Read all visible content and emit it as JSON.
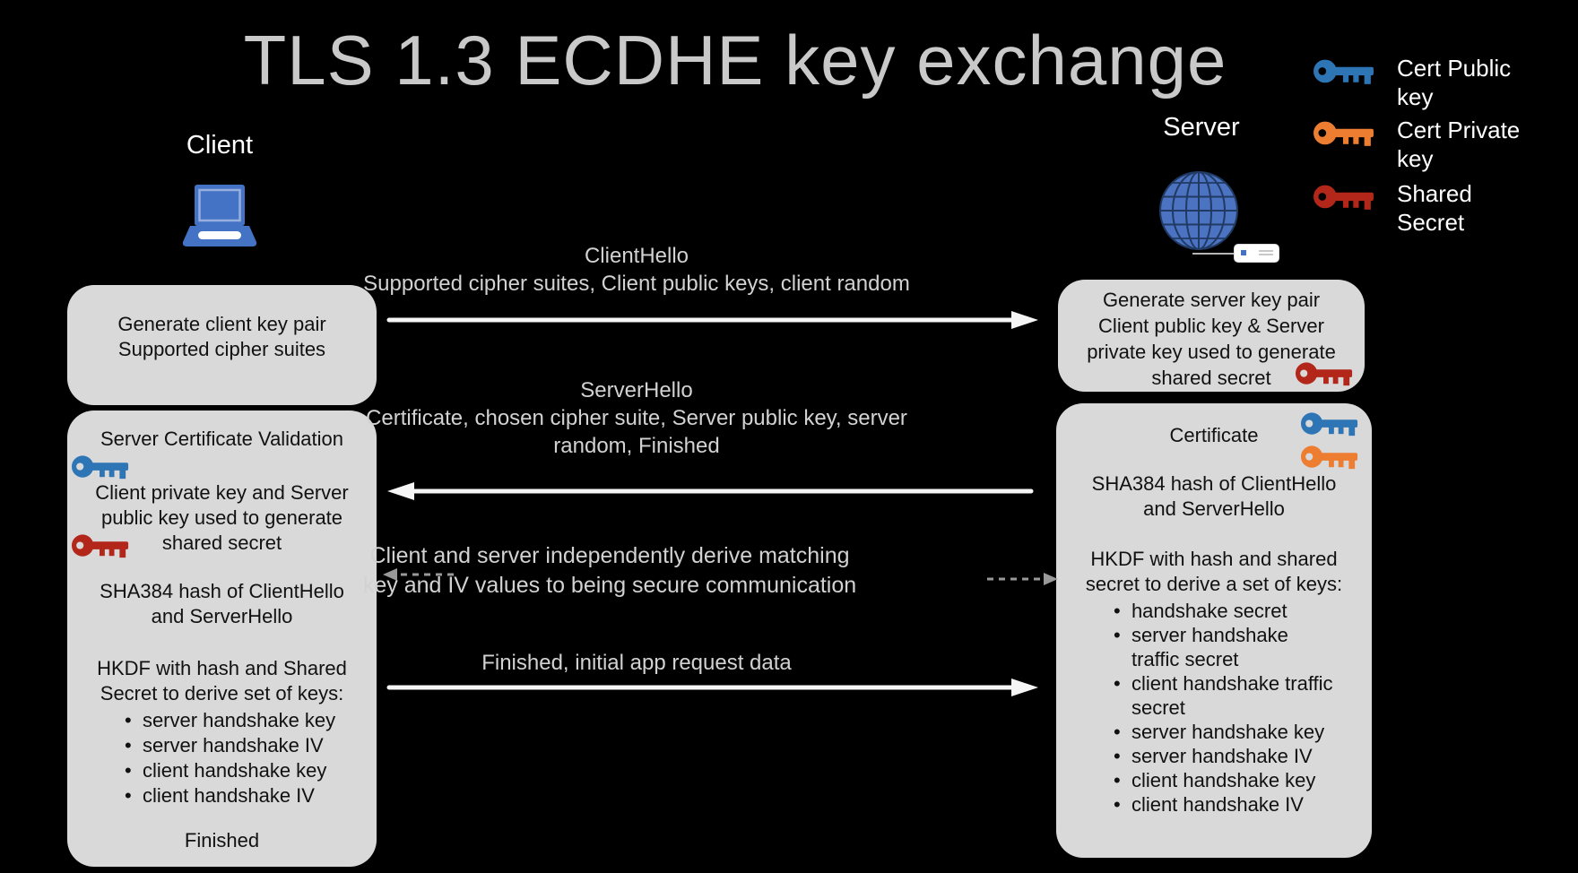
{
  "title": "TLS 1.3 ECDHE key exchange",
  "actors": {
    "client": {
      "label": "Client",
      "icon": "laptop-icon"
    },
    "server": {
      "label": "Server",
      "icon": "globe-icon"
    }
  },
  "legend": {
    "items": [
      {
        "icon": "key-icon",
        "color": "#2e75b6",
        "label": "Cert Public\nkey"
      },
      {
        "icon": "key-icon",
        "color": "#ed7d31",
        "label": "Cert Private\nkey"
      },
      {
        "icon": "key-icon",
        "color": "#b3261a",
        "label": "Shared\nSecret"
      }
    ]
  },
  "client_boxes": {
    "box1": {
      "text": "Generate client key pair\nSupported cipher suites"
    },
    "box2": {
      "title": "Server Certificate Validation",
      "para1": "Client private key and Server\npublic key used to generate\nshared secret",
      "para2": "SHA384 hash of ClientHello\nand ServerHello",
      "para3": "HKDF with hash and Shared\nSecret to derive set of keys:",
      "bullets": [
        "server handshake key",
        "server handshake IV",
        "client handshake key",
        "client handshake IV"
      ],
      "footer": "Finished"
    }
  },
  "server_boxes": {
    "box1": {
      "text": "Generate server key pair\nClient public key & Server\nprivate key used to generate\nshared secret"
    },
    "box2": {
      "title": "Certificate",
      "para1": "SHA384 hash of ClientHello\nand ServerHello",
      "para2": "HKDF with hash and shared\nsecret to derive a set of keys:",
      "bullets": [
        "handshake secret",
        "server handshake\ntraffic secret",
        "client handshake traffic\nsecret",
        "server handshake key",
        "server handshake IV",
        "client handshake key",
        "client handshake IV"
      ]
    }
  },
  "messages": {
    "client_hello": {
      "title": "ClientHello",
      "detail": "Supported cipher suites, Client public keys, client random",
      "direction": "client-to-server"
    },
    "server_hello": {
      "title": "ServerHello",
      "detail": "Certificate, chosen cipher suite, Server public key, server\nrandom, Finished",
      "direction": "server-to-client"
    },
    "derive_note": {
      "text": "Client and server independently derive matching\nkey and IV values to being secure communication"
    },
    "finished": {
      "title": "Finished, initial app request data",
      "direction": "client-to-server"
    }
  },
  "colors": {
    "background": "#000000",
    "box_fill": "#d9d9d9",
    "box_text": "#111111",
    "title_text": "#c9c9c9",
    "message_text": "#d2d2d2",
    "label_text": "#ffffff",
    "arrow": "#f5f5f5",
    "dashed_arrow": "#999999",
    "cert_public_key": "#2e75b6",
    "cert_private_key": "#ed7d31",
    "shared_secret_key": "#b3261a",
    "device_blue": "#4472c4"
  }
}
